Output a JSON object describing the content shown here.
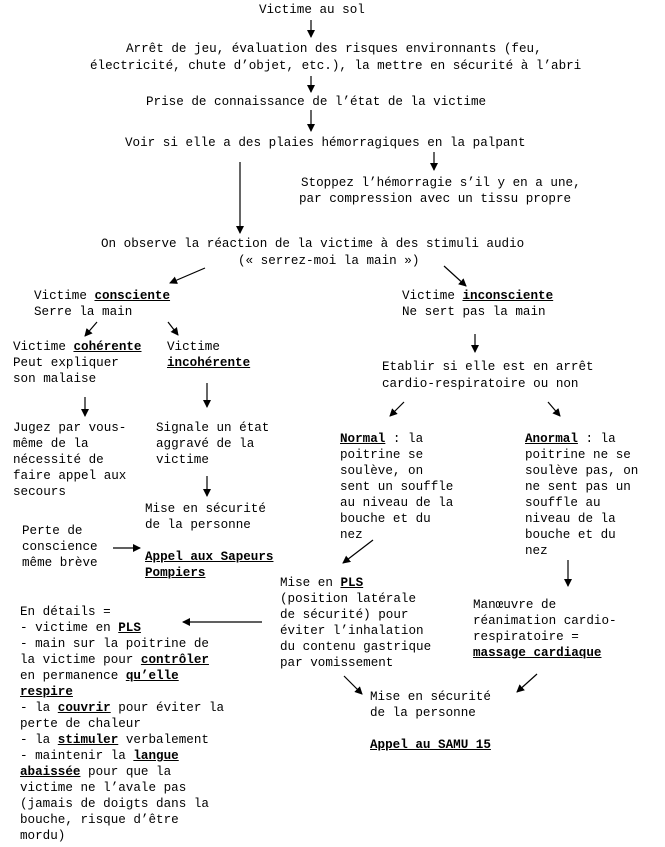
{
  "nodes": {
    "victime_au_sol": "Victime au sol",
    "arret_jeu_1": "Arrêt de jeu, évaluation des risques environnants (feu,",
    "arret_jeu_2": "électricité, chute d’objet, etc.), la mettre en sécurité à l’abri",
    "prise_connaissance": "Prise de connaissance de l’état de la victime",
    "voir_plaies": "Voir si elle a des plaies hémorragiques en la palpant",
    "stoppez_1": "Stoppez l’hémorragie s’il y en a une,",
    "stoppez_2": "par compression avec un tissu propre",
    "reaction_1": "On observe la réaction de la victime à des stimuli audio",
    "reaction_2": "(« serrez-moi la main »)",
    "consciente_prefix": "Victime ",
    "consciente_word": "consciente",
    "consciente_2": "Serre la main",
    "inconsciente_prefix": "Victime ",
    "inconsciente_word": "inconsciente",
    "inconsciente_2": "Ne sert pas la main",
    "coherente_prefix": "Victime ",
    "coherente_word": "cohérente",
    "coherente_2": "Peut expliquer",
    "coherente_3": "son malaise",
    "incoherente_1": "Victime",
    "incoherente_word": "incohérente",
    "jugez": [
      "Jugez par vous-",
      "même de la",
      "nécessité de",
      "faire appel aux",
      "secours"
    ],
    "signale": [
      "Signale un état",
      "aggravé de la",
      "victime"
    ],
    "mise_secu_left": [
      "Mise en sécurité",
      "de la personne"
    ],
    "perte": [
      "Perte de",
      "conscience",
      "même brève"
    ],
    "appel_pompiers_1": "Appel aux Sapeurs",
    "appel_pompiers_2": "Pompiers",
    "etablir_1": "Etablir si elle est en arrêt",
    "etablir_2": "cardio-respiratoire ou non",
    "normal_word": "Normal",
    "normal_rest": " : la",
    "normal_lines": [
      "poitrine se",
      "soulève, on",
      "sent un souffle",
      "au niveau de la",
      "bouche et du",
      "nez"
    ],
    "anormal_word": "Anormal",
    "anormal_rest": " : la",
    "anormal_lines": [
      "poitrine ne se",
      "soulève pas, on",
      "ne sent pas un",
      "souffle au",
      "niveau de la",
      "bouche et du",
      "nez"
    ],
    "pls_prefix": "Mise en ",
    "pls_word": "PLS",
    "pls_lines": [
      "(position latérale",
      "de sécurité) pour",
      "éviter l’inhalation",
      "du contenu gastrique",
      "par vomissement"
    ],
    "manoeuvre_lines": [
      "Manœuvre de",
      "réanimation cardio-",
      "respiratoire ="
    ],
    "massage": "massage cardiaque",
    "details_1": "En détails =",
    "details_2_prefix": "- victime en ",
    "details_2_word": "PLS",
    "details_3": "- main sur la poitrine de",
    "details_4_prefix": "la victime pour ",
    "details_4_word": "contrôler",
    "details_5_prefix": "en permanence ",
    "details_5_word": "qu’elle",
    "details_6_word": "respire",
    "details_7_prefix": "- la ",
    "details_7_word": "couvrir",
    "details_7_suffix": " pour éviter la",
    "details_8": "perte de chaleur",
    "details_9_prefix": "- la ",
    "details_9_word": "stimuler",
    "details_9_suffix": " verbalement",
    "details_10_prefix": "- maintenir la ",
    "details_10_word": "langue",
    "details_11_word": "abaissée",
    "details_11_suffix": " pour que la",
    "details_12": "victime ne l’avale pas",
    "details_13": "(jamais de doigts dans la",
    "details_14": "bouche, risque d’être",
    "details_15": "mordu)",
    "mise_secu_right": [
      "Mise en sécurité",
      "de la personne"
    ],
    "appel_samu": "Appel au SAMU 15"
  }
}
